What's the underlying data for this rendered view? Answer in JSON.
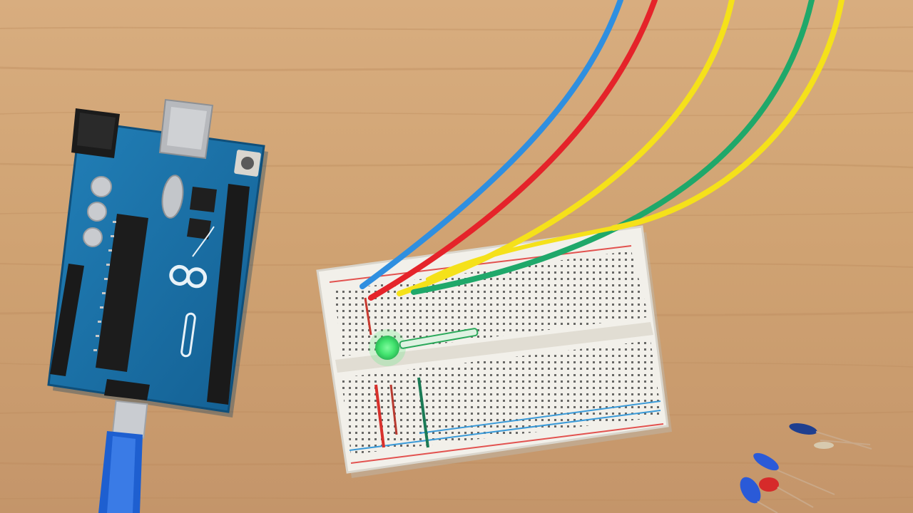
{
  "scene": {
    "description_free": true,
    "colors": {
      "wood_light": "#d6ab7c",
      "wood_mid": "#c89a6a",
      "wood_dark": "#b8895c",
      "board_blue": "#1a6fa3",
      "board_blue_dark": "#0f4f7a",
      "breadboard": "#f2f0ea",
      "breadboard_shadow": "#d9d5cc",
      "usb_cable": "#1e5fd0",
      "wire_blue": "#2f8fe0",
      "wire_red": "#e5232a",
      "wire_yellow": "#f5e11a",
      "wire_green": "#1fa86a",
      "led_green": "#3be06a",
      "rail_red": "#e2524f",
      "rail_blue": "#3a9ad8"
    },
    "icons": [
      "arduino-infinity-logo",
      "usb-b-connector",
      "dc-barrel-jack",
      "reset-button",
      "green-led",
      "loose-led-blue",
      "loose-led-red"
    ]
  }
}
